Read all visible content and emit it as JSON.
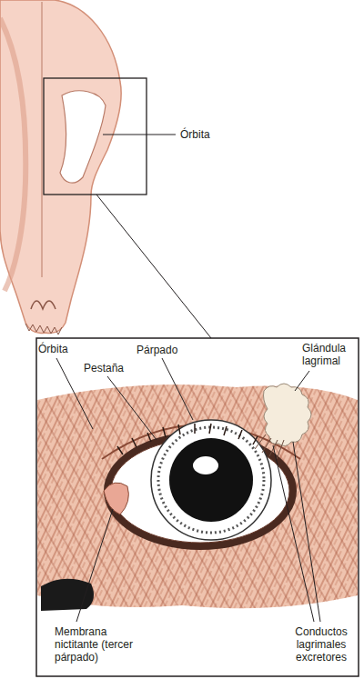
{
  "diagram": {
    "labels": [
      "Órbita",
      "Órbita",
      "Pestaña",
      "Párpado",
      "Glándula lagrimal",
      "Membrana nictitante (tercer párpado)",
      "Conductos lagrimales excretores"
    ]
  }
}
